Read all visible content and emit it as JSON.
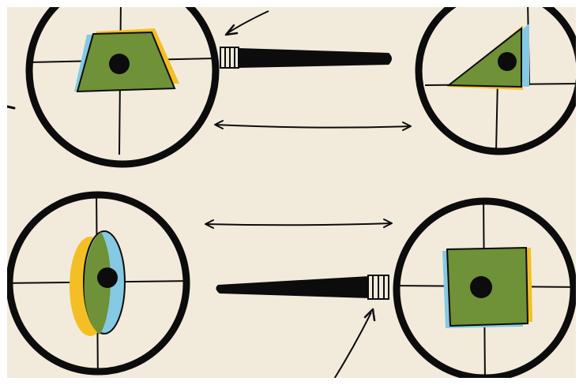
{
  "colors": {
    "paper": "#f2ebdc",
    "border": "#ffffff",
    "ink": "#0c0c0c",
    "green": "#6f9137",
    "blue": "#86c9e3",
    "yellow": "#f4bf25"
  },
  "scene": {
    "lenses": [
      {
        "id": "top-left",
        "shape": "trapezoid"
      },
      {
        "id": "top-right",
        "shape": "triangle"
      },
      {
        "id": "bottom-left",
        "shape": "ellipse"
      },
      {
        "id": "bottom-right",
        "shape": "square"
      }
    ],
    "handles": [
      "top",
      "bottom"
    ],
    "arrows": [
      "top-pointer",
      "bottom-pointer",
      "top-double",
      "bottom-double",
      "left-edge-tick"
    ]
  }
}
